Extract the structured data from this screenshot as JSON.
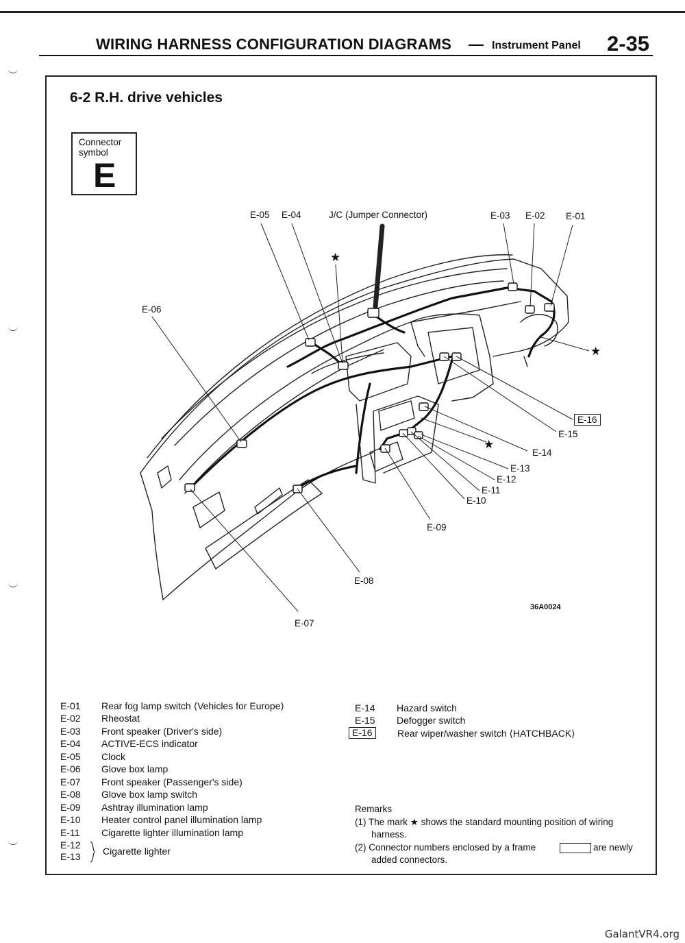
{
  "header": {
    "title": "WIRING HARNESS CONFIGURATION DIAGRAMS",
    "dash": "—",
    "subtitle": "Instrument Panel",
    "page": "2-35"
  },
  "section": {
    "title": "6-2  R.H. drive vehicles"
  },
  "connector_symbol": {
    "label": "Connector symbol",
    "letter": "E"
  },
  "diagram": {
    "jc_label": "J/C (Jumper Connector)",
    "star": "★",
    "ref_code": "36A0024",
    "callouts": {
      "e01": "E-01",
      "e02": "E-02",
      "e03": "E-03",
      "e04": "E-04",
      "e05": "E-05",
      "e06": "E-06",
      "e07": "E-07",
      "e08": "E-08",
      "e09": "E-09",
      "e10": "E-10",
      "e11": "E-11",
      "e12": "E-12",
      "e13": "E-13",
      "e14": "E-14",
      "e15": "E-15",
      "e16": "E-16"
    }
  },
  "legend": {
    "left": [
      {
        "code": "E-01",
        "desc": "Rear fog lamp switch ⟨Vehicles for Europe⟩"
      },
      {
        "code": "E-02",
        "desc": "Rheostat"
      },
      {
        "code": "E-03",
        "desc": "Front speaker (Driver's side)"
      },
      {
        "code": "E-04",
        "desc": "ACTIVE-ECS indicator"
      },
      {
        "code": "E-05",
        "desc": "Clock"
      },
      {
        "code": "E-06",
        "desc": "Glove box lamp"
      },
      {
        "code": "E-07",
        "desc": "Front speaker (Passenger's side)"
      },
      {
        "code": "E-08",
        "desc": "Glove box lamp switch"
      },
      {
        "code": "E-09",
        "desc": "Ashtray illumination lamp"
      },
      {
        "code": "E-10",
        "desc": "Heater control panel illumination lamp"
      },
      {
        "code": "E-11",
        "desc": "Cigarette lighter illumination lamp"
      }
    ],
    "e12_code": "E-12",
    "e13_code": "E-13",
    "e12_13_desc": "Cigarette lighter",
    "right": [
      {
        "code": "E-14",
        "desc": "Hazard switch"
      },
      {
        "code": "E-15",
        "desc": "Defogger switch"
      },
      {
        "code": "E-16",
        "desc": "Rear wiper/washer switch ⟨HATCHBACK⟩"
      }
    ]
  },
  "remarks": {
    "title": "Remarks",
    "r1a": "(1)  The mark ★ shows the standard mounting position of wiring",
    "r1b": "harness.",
    "r2a": "(2)  Connector numbers enclosed by a frame",
    "r2b": "are newly",
    "r2c": "added connectors."
  },
  "watermark": "GalantVR4.org"
}
